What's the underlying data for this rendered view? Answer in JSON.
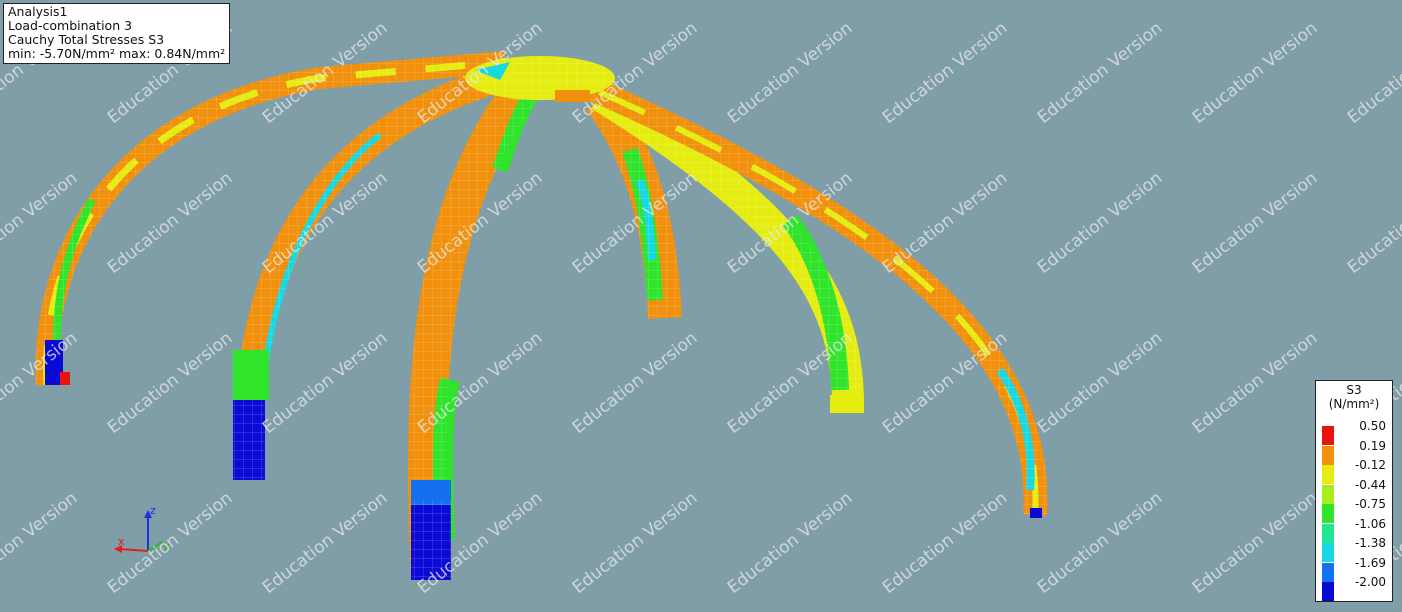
{
  "info": {
    "analysis": "Analysis1",
    "load_case": "Load-combination 3",
    "result": "Cauchy Total Stresses S3",
    "range": "min: -5.70N/mm² max:  0.84N/mm²"
  },
  "legend": {
    "title": "S3",
    "unit": "(N/mm²)",
    "entries": [
      {
        "value": "0.50",
        "color": "#e8140c"
      },
      {
        "value": "0.19",
        "color": "#f0900c"
      },
      {
        "value": "-0.12",
        "color": "#e4ec10"
      },
      {
        "value": "-0.44",
        "color": "#a8ec18"
      },
      {
        "value": "-0.75",
        "color": "#30e42c"
      },
      {
        "value": "-1.06",
        "color": "#20e496"
      },
      {
        "value": "-1.38",
        "color": "#18d8e4"
      },
      {
        "value": "-1.69",
        "color": "#1470ee"
      },
      {
        "value": "-2.00",
        "color": "#0a0ad6"
      }
    ]
  },
  "axes": {
    "x": "x",
    "y": "y",
    "z": "z"
  },
  "watermark": "Education Version",
  "colors": {
    "background": "#7f9ea8",
    "arch_main": "#f0900c",
    "arch_yellow": "#e4ec10",
    "arch_green": "#30e42c",
    "arch_cyan": "#18d8e4",
    "arch_blue": "#0a0ad6",
    "arch_red": "#e8140c"
  }
}
